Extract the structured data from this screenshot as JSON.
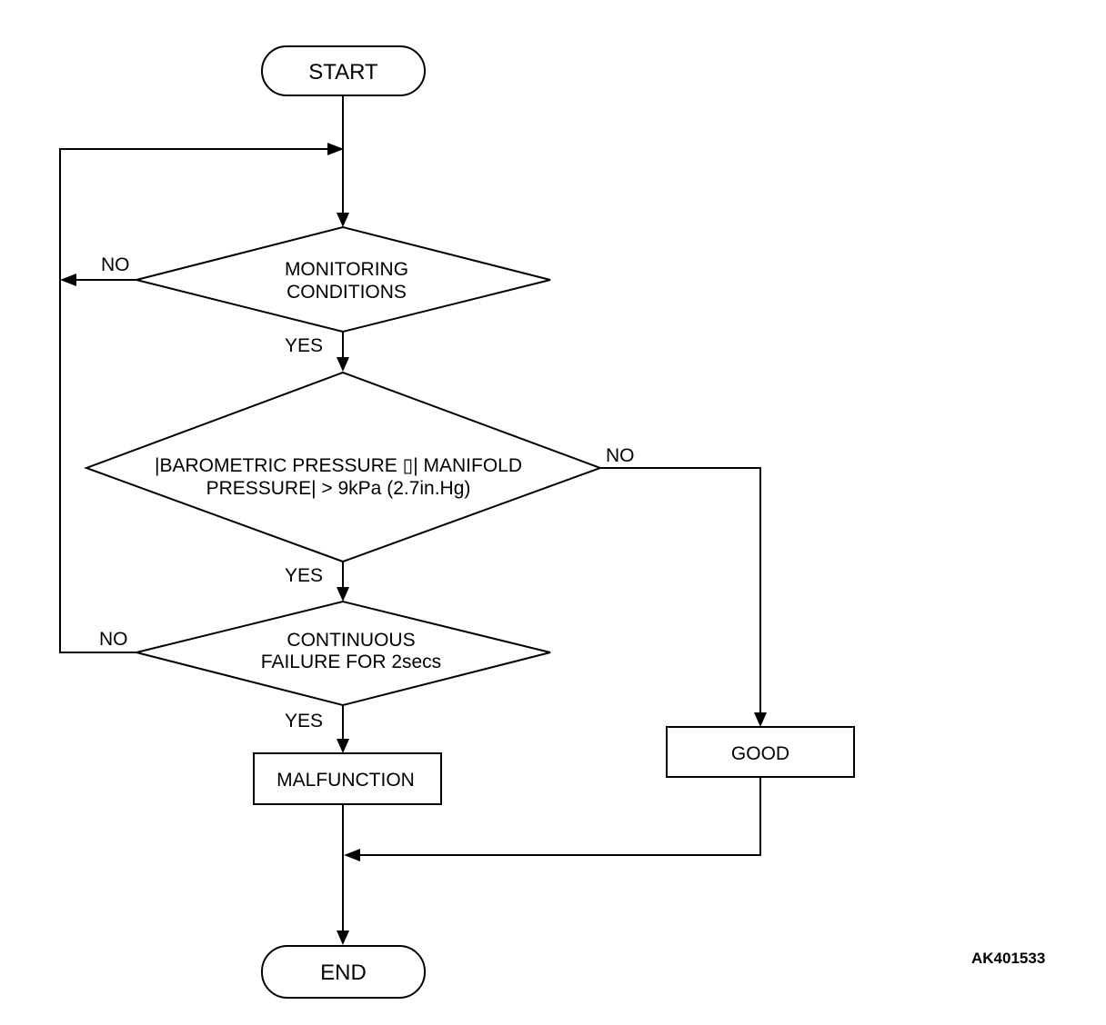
{
  "flowchart": {
    "start_label": "START",
    "end_label": "END",
    "decision_monitoring": [
      "MONITORING",
      "CONDITIONS"
    ],
    "decision_pressure": [
      "|BAROMETRIC PRESSURE ▯| MANIFOLD",
      "PRESSURE| > 9kPa (2.7in.Hg)"
    ],
    "decision_continuous": [
      "CONTINUOUS",
      "FAILURE FOR 2secs"
    ],
    "malfunction_label": "MALFUNCTION",
    "good_label": "GOOD",
    "yes_label": "YES",
    "no_label": "NO"
  },
  "figure_code": "AK401533"
}
